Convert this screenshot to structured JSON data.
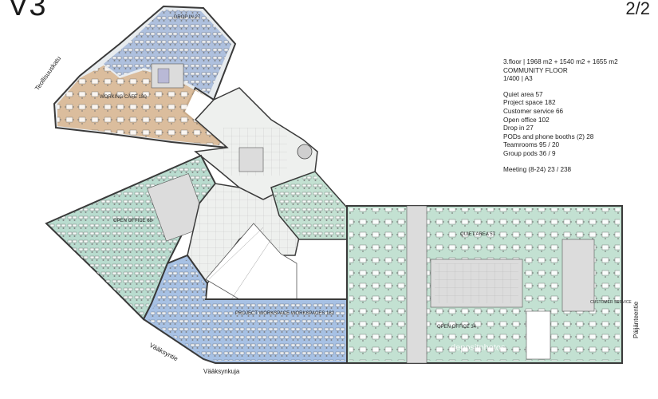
{
  "header": {
    "building_id": "V3",
    "page": "2/2"
  },
  "info": {
    "floor_line": "3.floor | 1968 m2 + 1540 m2 + 1655 m2",
    "floor_name": "COMMUNITY FLOOR",
    "scale": "1/400 | A3",
    "rows": [
      "Quiet area 57",
      "Project space 182",
      "Customer service 66",
      "Open office 102",
      "Drop in 27",
      "PODs and phone booths (2) 28",
      "Teamrooms  95 / 20",
      "Group pods 36 / 9"
    ],
    "meeting": "Meeting (8-24) 23 / 238"
  },
  "streets": {
    "teollisuuskatu": "Teollisuuskatu",
    "vaaksyntie": "Vääksyntie",
    "vaaksynkuja": "Vääksynkuja",
    "paijanteentie": "Päijänteentie"
  },
  "areas": {
    "drop_in": "DROP IN 27",
    "working_cafe": "WORKING CAFE 180",
    "open_office_68": "OPEN OFFICE 68",
    "quiet_area": "QUIET AREA 57",
    "project_space": "PROJECT WORKSPACE WORKSPACES 182",
    "open_office_34": "OPEN OFFICE 34",
    "customer_service": "CUSTOMER SERVICE"
  },
  "colors": {
    "drop_in": "#9fb5da",
    "cafe": "#d9b894",
    "open_office": "#b9dccf",
    "quiet": "#c3e1d2",
    "project": "#a7c1e4",
    "core": "#dcdcdc",
    "wall": "#3a3a3a"
  },
  "watermark": "depositphotos"
}
